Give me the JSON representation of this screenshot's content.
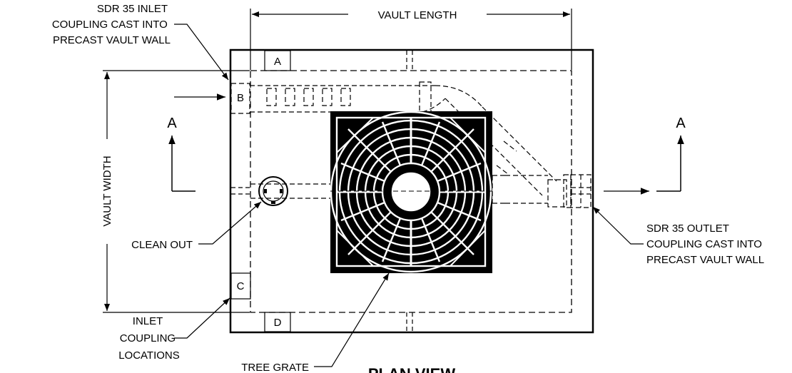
{
  "diagram": {
    "title": "PLAN VIEW",
    "dimensions": {
      "length": "VAULT LENGTH",
      "width": "VAULT WIDTH"
    },
    "section_markers": {
      "left": "A",
      "right": "A"
    },
    "coupling_tags": {
      "a": "A",
      "b": "B",
      "c": "C",
      "d": "D"
    },
    "callouts": {
      "inlet_coupling_cast": [
        "SDR 35 INLET",
        "COUPLING CAST INTO",
        "PRECAST VAULT WALL"
      ],
      "outlet_coupling_cast": [
        "SDR 35 OUTLET",
        "COUPLING CAST INTO",
        "PRECAST VAULT WALL"
      ],
      "clean_out": "CLEAN OUT",
      "inlet_coupling_locations": [
        "INLET",
        "COUPLING",
        "LOCATIONS"
      ],
      "tree_grate": "TREE GRATE"
    }
  }
}
